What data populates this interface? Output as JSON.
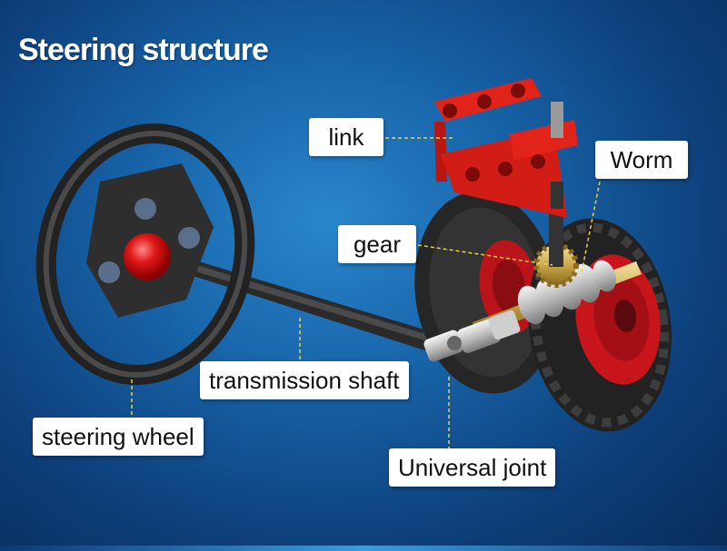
{
  "title": "Steering structure",
  "labels": {
    "link": "link",
    "worm": "Worm",
    "gear": "gear",
    "transmission_shaft": "transmission shaft",
    "steering_wheel": "steering wheel",
    "universal_joint": "Universal joint"
  },
  "colors": {
    "background": "#1763a8",
    "link_part": "#e2231a",
    "tire": "#2b2b2b",
    "hub": "#c8151b",
    "worm": "#d9d9d9",
    "gear": "#e0a640",
    "leader_line": "#e8d24a"
  }
}
